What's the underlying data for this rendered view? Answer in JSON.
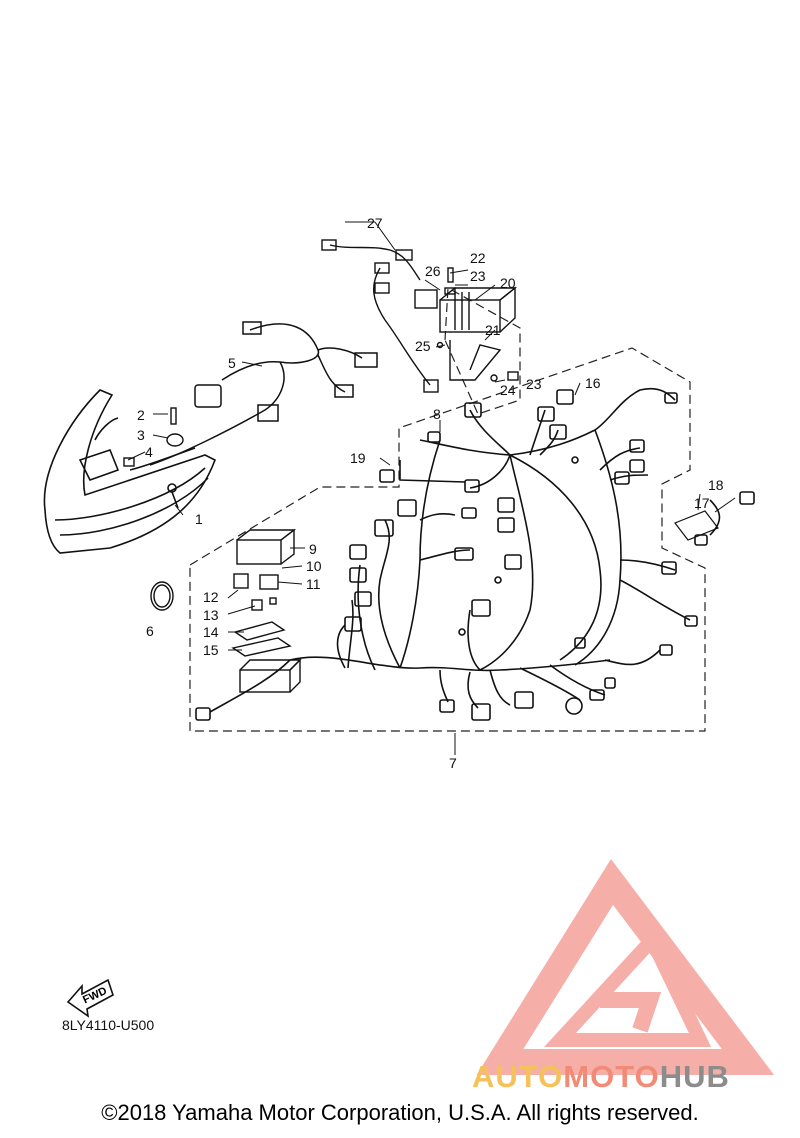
{
  "diagram": {
    "callouts": [
      "1",
      "2",
      "3",
      "4",
      "5",
      "6",
      "7",
      "8",
      "9",
      "10",
      "11",
      "12",
      "13",
      "14",
      "15",
      "16",
      "17",
      "18",
      "19",
      "20",
      "21",
      "22",
      "23",
      "23",
      "24",
      "25",
      "26",
      "27"
    ],
    "fwd_label": "FWD",
    "diagram_code": "8LY4110-U500"
  },
  "watermark": {
    "part1": "AUTO",
    "part2": "MOTO",
    "part3": "HUB",
    "colors": {
      "auto": "#f5c15a",
      "moto": "#f28b76",
      "hub": "#8c8c8c",
      "logo": "#f4a199"
    }
  },
  "footer": {
    "copyright": "©2018 Yamaha Motor Corporation, U.S.A. All rights reserved."
  }
}
